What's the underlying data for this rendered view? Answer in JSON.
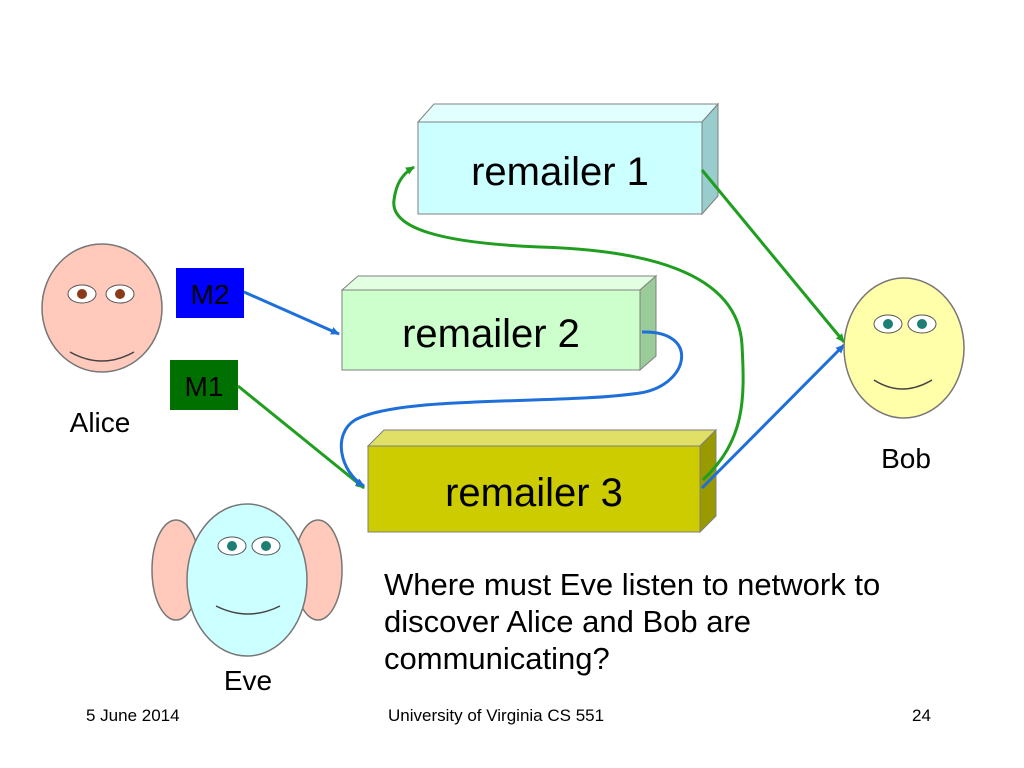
{
  "remailers": {
    "r1": "remailer 1",
    "r2": "remailer 2",
    "r3": "remailer 3"
  },
  "messages": {
    "m1": "M1",
    "m2": "M2"
  },
  "people": {
    "alice": "Alice",
    "bob": "Bob",
    "eve": "Eve"
  },
  "question": "Where must Eve listen to network to discover Alice and Bob are communicating?",
  "footer": {
    "date": "5 June 2014",
    "course": "University of Virginia CS 551",
    "page": "24"
  },
  "colors": {
    "green_path": "#1f9e1f",
    "blue_path": "#1e6fd9",
    "remailer1_fill": "#ccffff",
    "remailer2_fill": "#ccffcc",
    "remailer3_fill": "#cccc00",
    "m1_fill": "#007000",
    "m2_fill": "#0000ff",
    "alice_face": "#ffc9bb",
    "bob_face": "#ffffaa",
    "eve_face": "#ccffff"
  }
}
